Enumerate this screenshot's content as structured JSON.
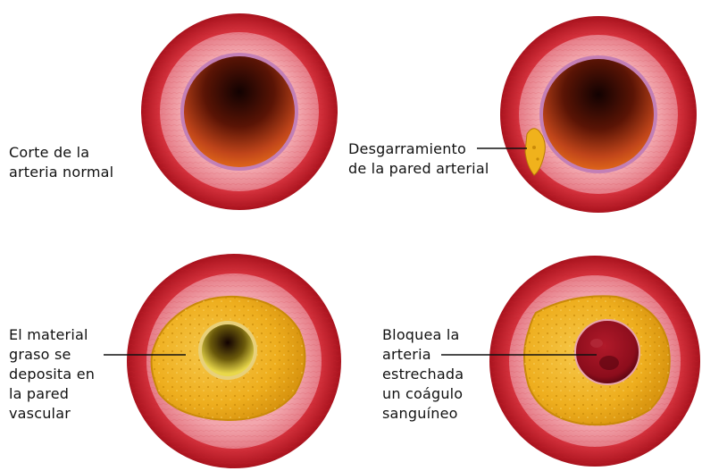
{
  "panels": [
    {
      "id": "normal",
      "label_lines": [
        "Corte de la",
        "arteria normal"
      ]
    },
    {
      "id": "tear",
      "label_lines": [
        "Desgarramiento",
        "de la pared arterial"
      ]
    },
    {
      "id": "plaque",
      "label_lines": [
        "El material",
        "graso se",
        "deposita en",
        "la pared",
        "vascular"
      ]
    },
    {
      "id": "clot",
      "label_lines": [
        "Bloquea la",
        "arteria",
        "estrechada",
        "un coágulo",
        "sanguíneo"
      ]
    }
  ],
  "colors": {
    "outer_wall": "#d8343f",
    "outer_wall_dark": "#a8121d",
    "middle_wall": "#f2a6ad",
    "inner_lining": "#c37fb6",
    "lumen_dark": "#120202",
    "lumen_mid": "#9b2e10",
    "lumen_light": "#e36a1a",
    "fat_yellow": "#f0b21c",
    "fat_dark": "#b97a08",
    "clot_red": "#8c0d1c"
  }
}
